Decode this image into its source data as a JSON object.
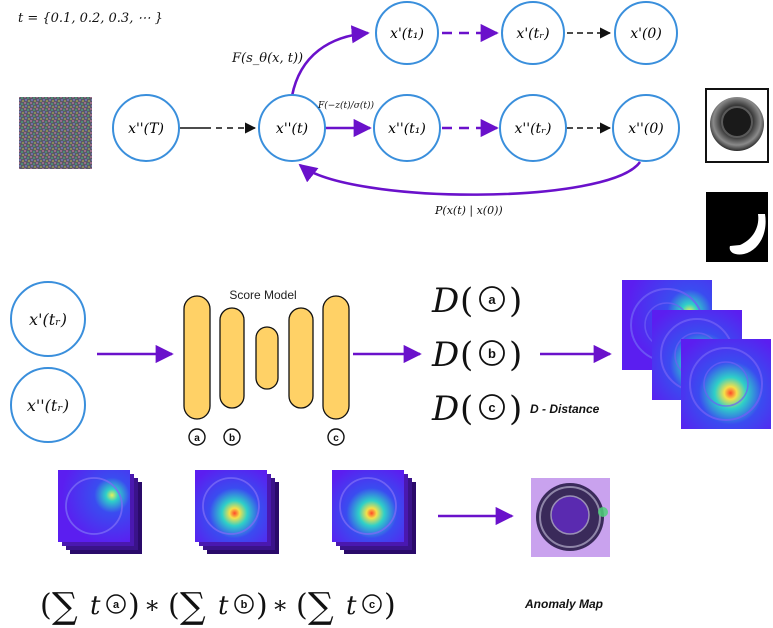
{
  "header": {
    "time_set": "t = {0.1, 0.2, 0.3, ⋯ }"
  },
  "diffusion": {
    "nodes": {
      "xpp_T": "x''(T)",
      "xpp_t": "x''(t)",
      "xpp_t1": "x''(t₁)",
      "xpp_tr": "x''(tᵣ)",
      "xpp_0": "x''(0)",
      "xp_t1": "x'(t₁)",
      "xp_tr": "x'(tᵣ)",
      "xp_0": "x'(0)"
    },
    "labels": {
      "score_step": "F(s_θ(x, t))",
      "noise_step": "F(−z(t)/σ(t))",
      "forward_process": "P(x(t) | x(0))"
    }
  },
  "score_section": {
    "inputs": [
      "x'(tᵣ)",
      "x''(tᵣ)"
    ],
    "model_title": "Score Model",
    "layer_markers": [
      "a",
      "b",
      "c"
    ],
    "distance_terms": [
      "a",
      "b",
      "c"
    ],
    "distance_symbol": "D",
    "distance_legend": "D  - Distance"
  },
  "aggregation": {
    "formula_terms": [
      "a",
      "b",
      "c"
    ],
    "sum_symbol": "∑",
    "t_symbol": "t",
    "times_symbol": "∗",
    "result_label": "Anomaly Map"
  },
  "colors": {
    "node_border": "#3a8fdc",
    "process_arrow": "#6a11cb",
    "score_block": "#ffd166",
    "heatmap_bg": "#5b1ef0"
  }
}
